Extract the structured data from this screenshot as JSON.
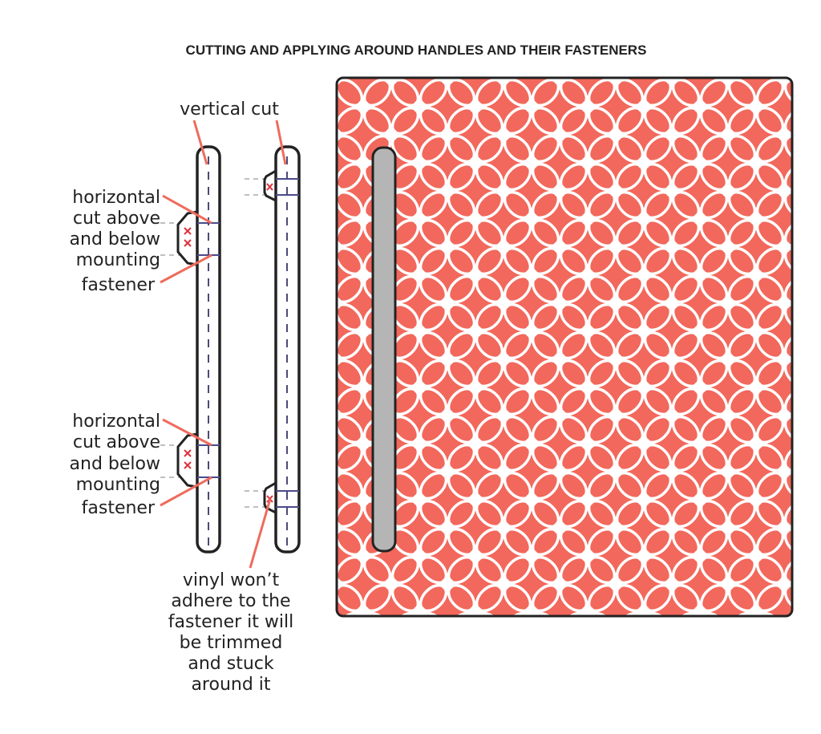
{
  "title": "CUTTING AND APPLYING AROUND HANDLES AND THEIR FASTENERS",
  "labels": {
    "vertical_cut": "vertical cut",
    "horizontal_upper": [
      "horizontal",
      "cut above",
      "and below",
      "mounting",
      "fastener"
    ],
    "horizontal_lower": [
      "horizontal",
      "cut above",
      "and below",
      "mounting",
      "fastener"
    ],
    "vinyl_note": [
      "vinyl won’t",
      "adhere to the",
      "fastener it will",
      "be trimmed",
      "and stuck",
      "around it"
    ]
  },
  "colors": {
    "vinyl": "#f2685c",
    "pattern_line": "#ffffff",
    "handle_gray": "#b5b5b5",
    "leader": "#ef6b5c",
    "outline": "#222222"
  }
}
